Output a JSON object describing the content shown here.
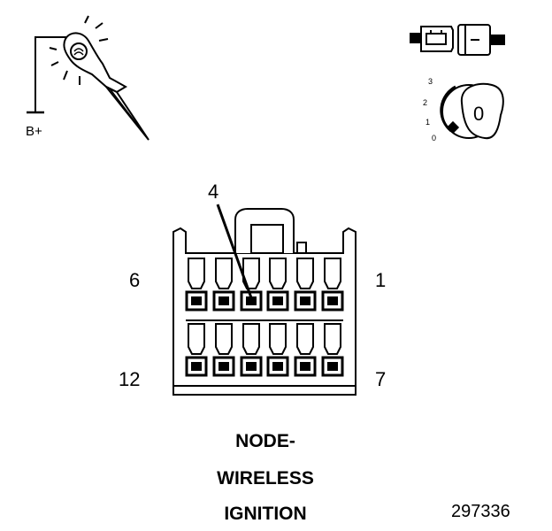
{
  "probe": {
    "supply_label": "B+"
  },
  "ignition": {
    "positions": [
      "3",
      "2",
      "1",
      "0"
    ],
    "key_symbol": "0"
  },
  "connector": {
    "probe_pin_label": "4",
    "top_left_pin": "6",
    "top_right_pin": "1",
    "bottom_left_pin": "12",
    "bottom_right_pin": "7"
  },
  "title": {
    "line1": "NODE-",
    "line2": "WIRELESS",
    "line3": "IGNITION"
  },
  "reference_number": "297336"
}
